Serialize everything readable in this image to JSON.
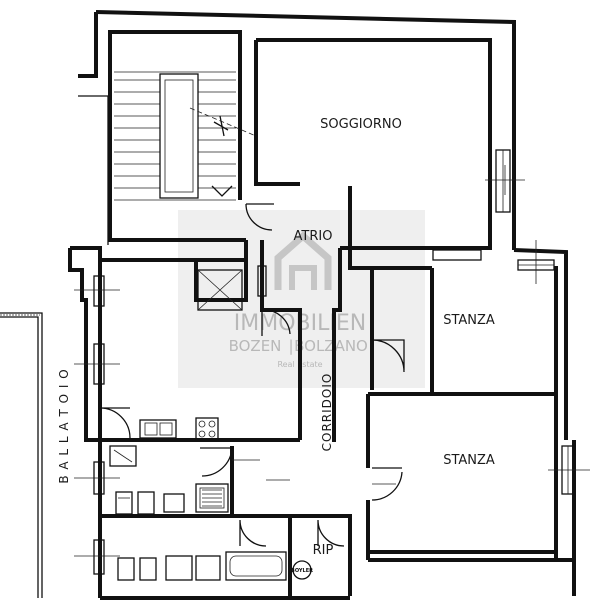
{
  "rooms": {
    "soggiorno": "SOGGIORNO",
    "atrio": "ATRIO",
    "stanza_1": "STANZA",
    "stanza_2": "STANZA",
    "corridoio": "CORRIDOIO",
    "ripostiglio": "RIP",
    "ballatoio": "B A L L A T O I O"
  },
  "fixtures": {
    "boiler": "BOYLER"
  },
  "watermark": {
    "brand": "IMMOBILIEN",
    "line1": "BOZEN",
    "line2": "BOLZANO",
    "tagline": "Real Estate"
  },
  "colors": {
    "ink": "#111111",
    "watermark_box": "#ececec",
    "watermark_text": "#b8b8b8"
  }
}
